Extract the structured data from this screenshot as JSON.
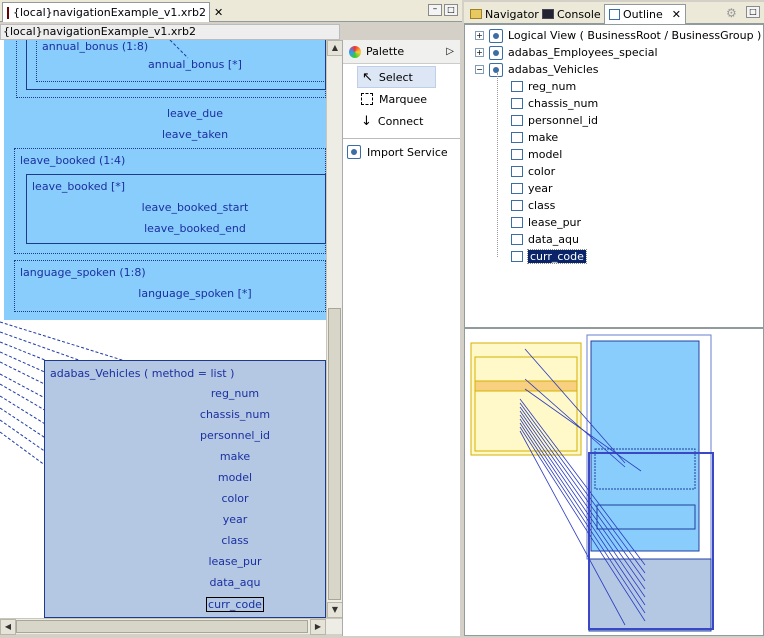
{
  "editor": {
    "tab_title": "{local}navigationExample_v1.xrb2",
    "breadcrumb": "{local}navigationExample_v1.xrb2"
  },
  "canvas": {
    "annual_bonus_label": "annual_bonus (1:8)",
    "annual_bonus_field": "annual_bonus [*]",
    "leave_due": "leave_due",
    "leave_taken": "leave_taken",
    "leave_booked_group": "leave_booked (1:4)",
    "leave_booked_inner": "leave_booked [*]",
    "leave_booked_start": "leave_booked_start",
    "leave_booked_end": "leave_booked_end",
    "language_group": "language_spoken (1:8)",
    "language_field": "language_spoken [*]",
    "vehicles_title": "adabas_Vehicles  ( method = list )",
    "vehicle_fields": [
      "reg_num",
      "chassis_num",
      "personnel_id",
      "make",
      "model",
      "color",
      "year",
      "class",
      "lease_pur",
      "data_aqu",
      "curr_code"
    ]
  },
  "palette": {
    "title": "Palette",
    "items": [
      "Select",
      "Marquee",
      "Connect"
    ],
    "import_service": "Import Service"
  },
  "right_tabs": [
    "Navigator",
    "Console",
    "Outline"
  ],
  "outline": {
    "root_items": [
      "Logical View   ( BusinessRoot / BusinessGroup )",
      "adabas_Employees_special",
      "adabas_Vehicles"
    ],
    "vehicle_fields": [
      "reg_num",
      "chassis_num",
      "personnel_id",
      "make",
      "model",
      "color",
      "year",
      "class",
      "lease_pur",
      "data_aqu",
      "curr_code"
    ],
    "selected": "curr_code"
  },
  "colors": {
    "canvas_blue": "#89cdfc",
    "vehicles_bg": "#b4c8e4",
    "line": "#1e3aa8"
  }
}
